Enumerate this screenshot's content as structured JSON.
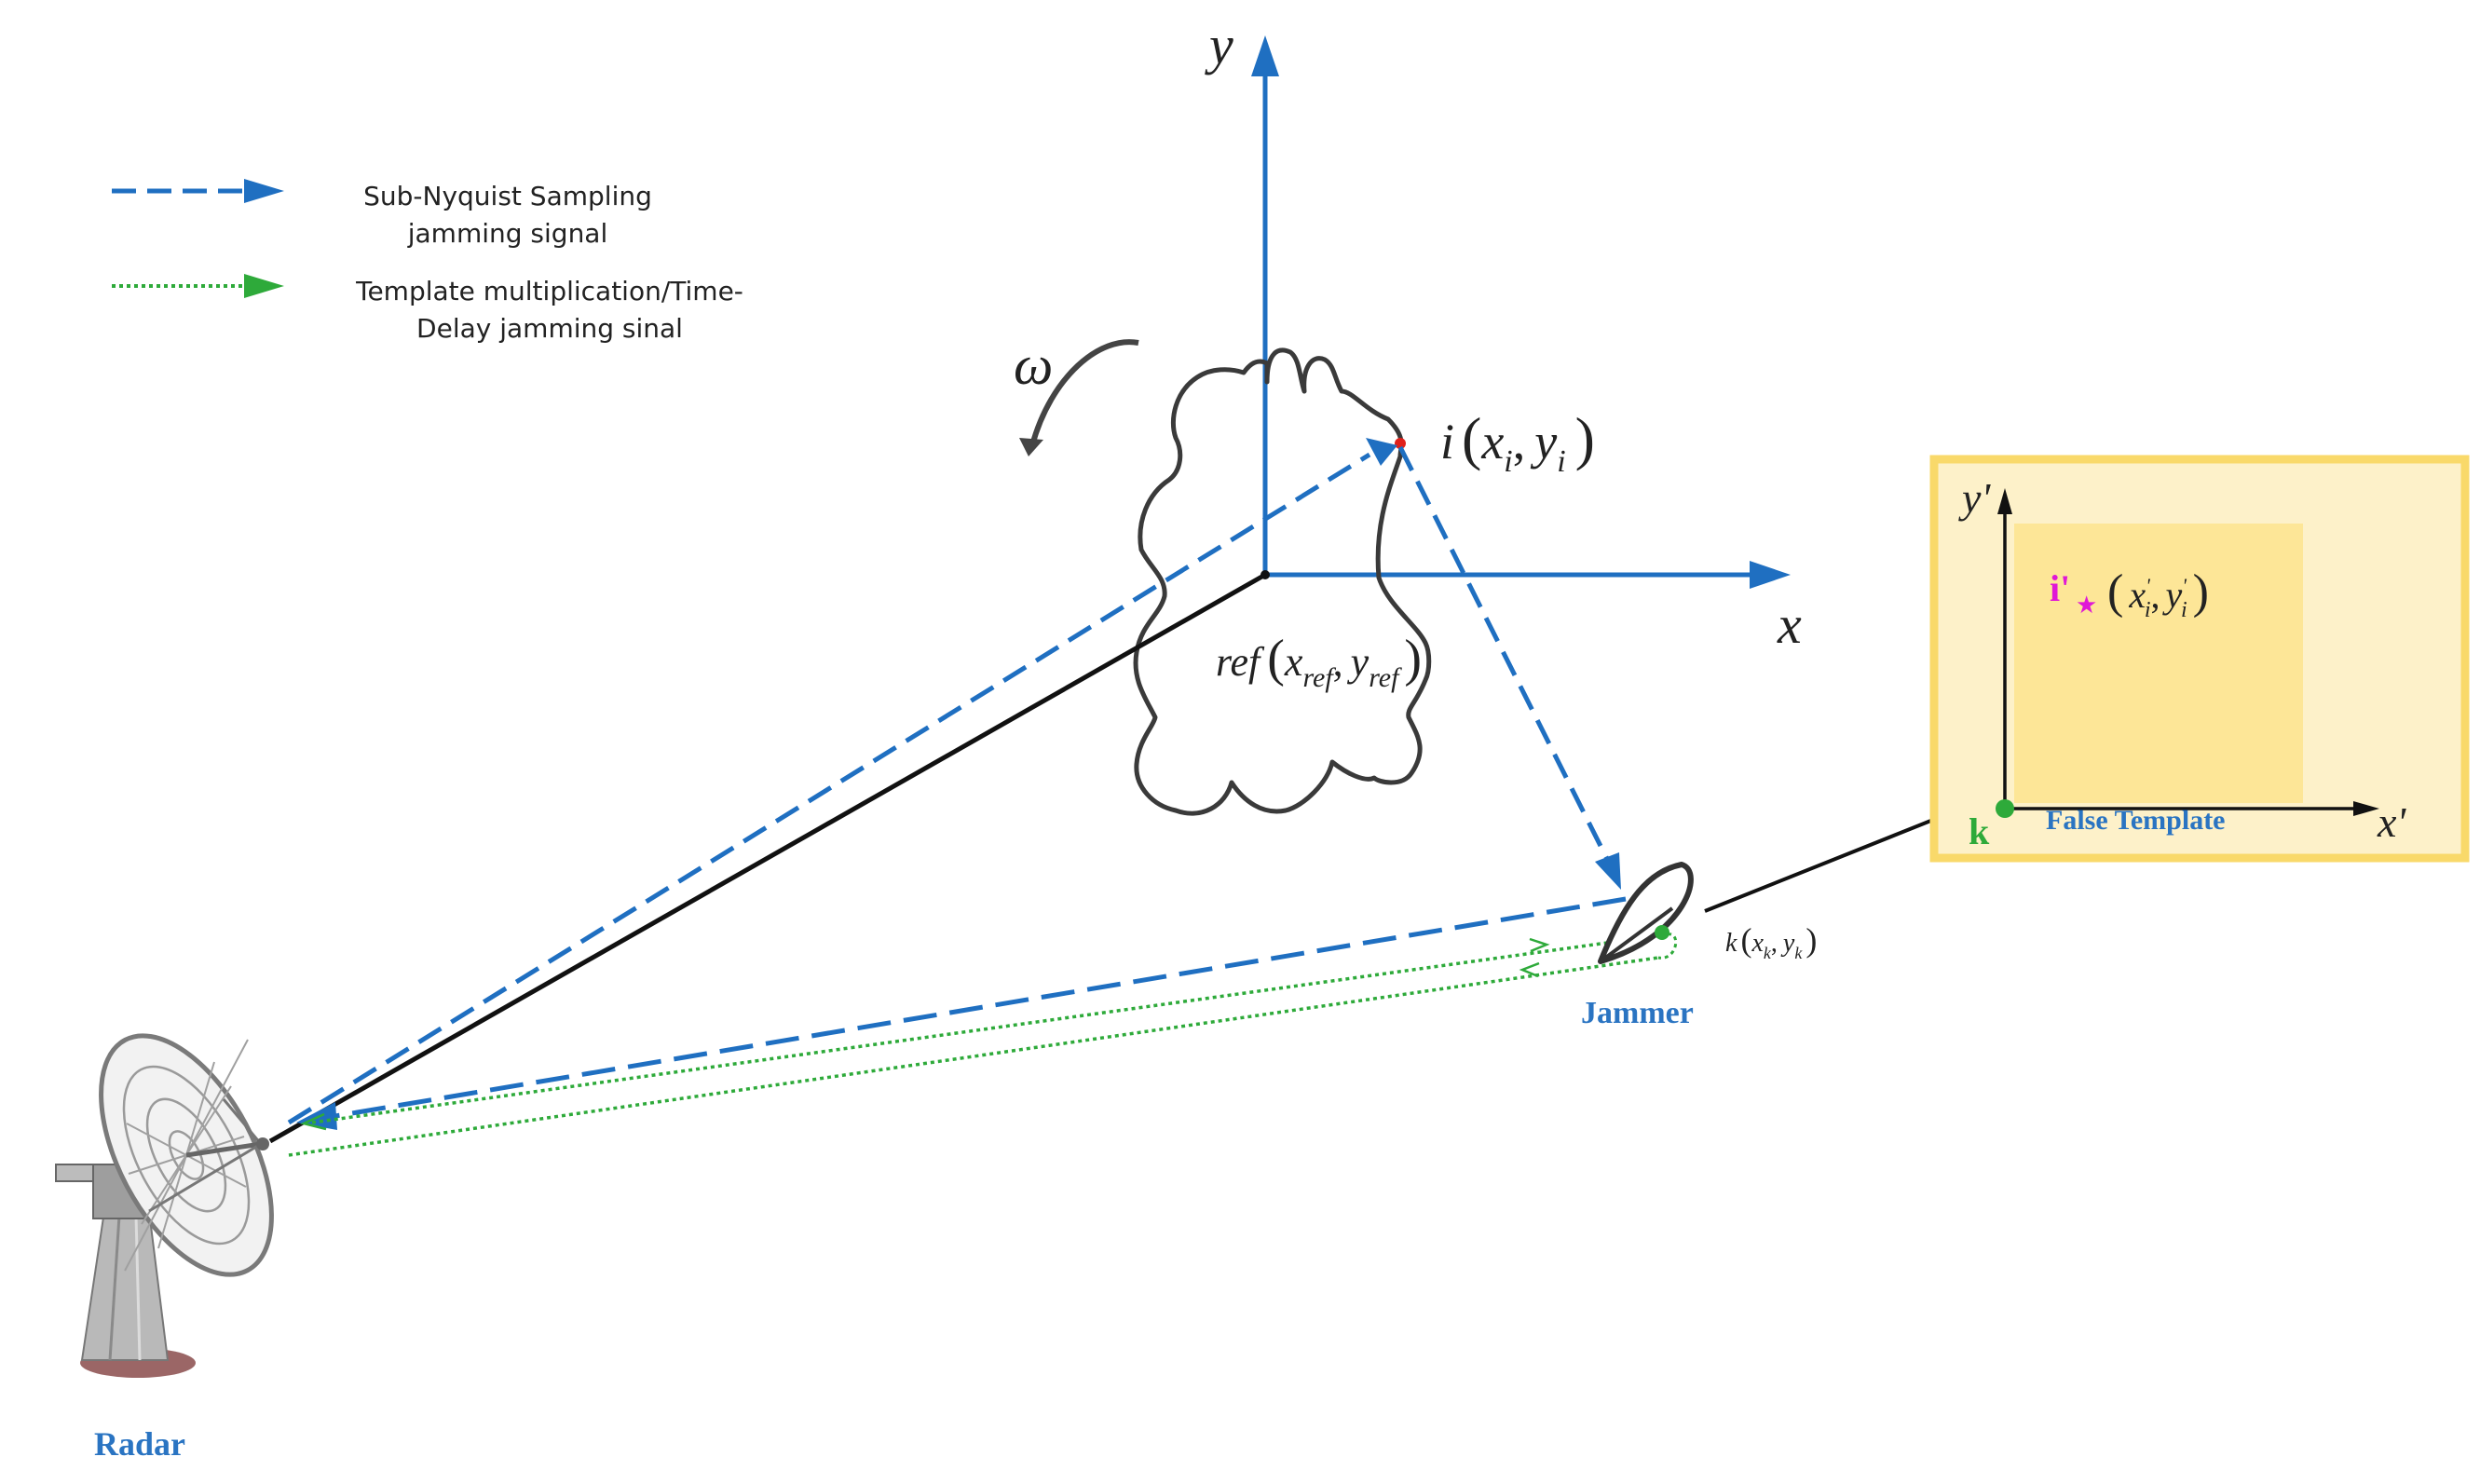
{
  "legend": {
    "items": [
      {
        "label_line1": "Sub-Nyquist Sampling",
        "label_line2": "jamming signal",
        "style": "dashed",
        "color": "#1f6fc1"
      },
      {
        "label_line1": "Template multiplication/Time-",
        "label_line2": "Delay jamming sinal",
        "style": "dotted",
        "color": "#2eaa3a"
      }
    ]
  },
  "axes": {
    "x_label": "x",
    "y_label": "y",
    "omega_label": "ω"
  },
  "points": {
    "i_label_prefix": "i",
    "i_label_x": "x",
    "i_label_x_sub": "i",
    "i_label_y": "y",
    "i_label_y_sub": "i",
    "ref_label_prefix": "ref",
    "ref_label_x": "x",
    "ref_label_x_sub": "ref",
    "ref_label_y": "y",
    "ref_label_y_sub": "ref",
    "k_label_prefix": "k",
    "k_label_x": "x",
    "k_label_x_sub": "k",
    "k_label_y": "y",
    "k_label_y_sub": "k"
  },
  "labels": {
    "radar": "Radar",
    "jammer": "Jammer"
  },
  "false_template": {
    "title": "False Template",
    "x_axis": "x'",
    "y_axis": "y'",
    "origin_label": "k",
    "point_label": "i'",
    "star": "★",
    "coord_x": "x",
    "coord_x_sup": "'",
    "coord_x_sub": "i",
    "coord_y": "y",
    "coord_y_sup": "'",
    "coord_y_sub": "i",
    "outer_fill": "#fdf1c9",
    "inner_fill": "#fde697",
    "border": "#f9d96a"
  },
  "colors": {
    "blue": "#1f6fc1",
    "green": "#2eaa3a",
    "axis_blue": "#1f6fc1",
    "magenta": "#e018d6",
    "label_blue": "#2a74c2"
  }
}
